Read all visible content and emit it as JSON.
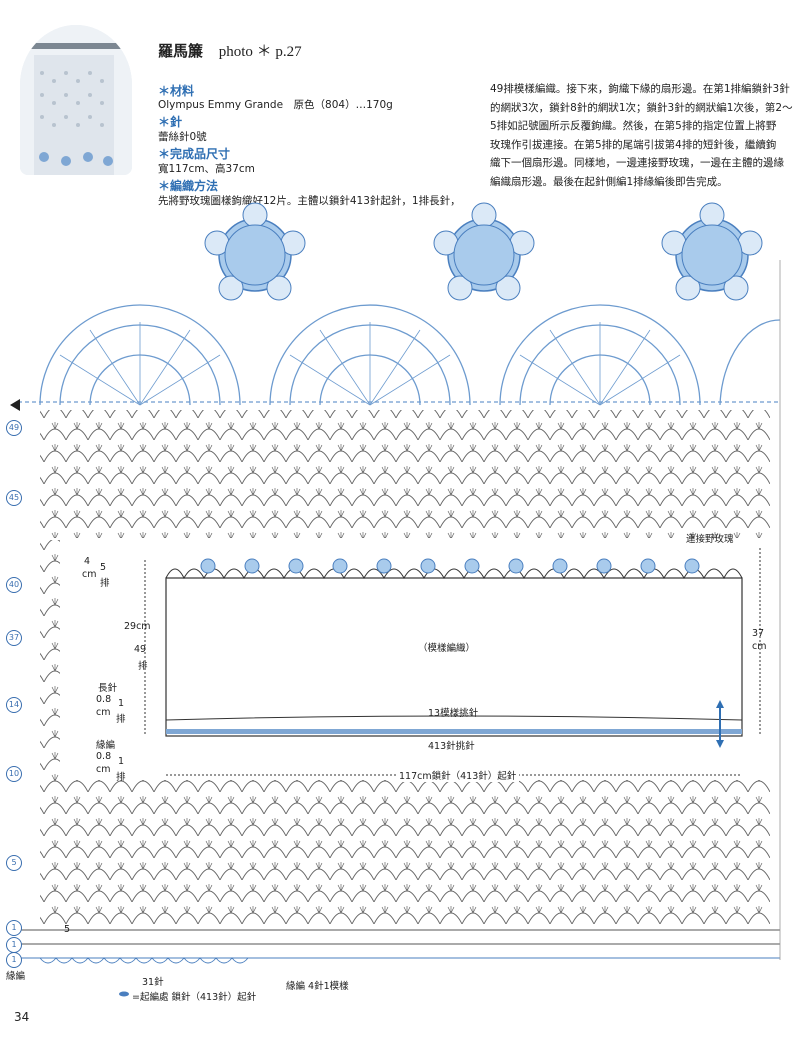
{
  "header": {
    "title_zh": "羅馬簾",
    "photo_ref": "photo ＊ p.27"
  },
  "materials": {
    "heading": "＊材料",
    "text": "Olympus Emmy Grande　原色（804）…170g"
  },
  "needle": {
    "heading": "＊針",
    "text": "蕾絲針0號"
  },
  "size": {
    "heading": "＊完成品尺寸",
    "text": "寬117cm、高37cm"
  },
  "method": {
    "heading": "＊編織方法",
    "text_line1": "先將野玫瑰圖樣鉤織好12片。主體以鎖針413針起針，1排長針，",
    "right_lines": [
      "49排模樣編織。接下來，鉤織下緣的扇形邊。在第1排編鎖針3針",
      "的網狀3次，鎖針8針的網狀1次；鎖針3針的網狀編1次後，第2～",
      "5排如記號圖所示反覆鉤織。然後，在第5排的指定位置上將野",
      "玫瑰作引拔連接。在第5排的尾端引拔第4排的短針後，繼續鉤",
      "織下一個扇形邊。同樣地，一邊連接野玫瑰，一邊在主體的邊緣",
      "編織扇形邊。最後在起針側編1排緣編後即告完成。"
    ]
  },
  "diagram": {
    "connect_rose": "連接野玫瑰",
    "pattern": "（模樣編織）",
    "dim_37": "37",
    "dim_cm": "cm",
    "dim_4": "4",
    "dim_4_rows": "5",
    "dim_4_rows_unit": "排",
    "dim_29": "29cm",
    "dim_29_rows": "49",
    "dim_29_rows_unit": "排",
    "long_stitch": "長針",
    "long_dim": "0.8",
    "long_cm": "cm",
    "long_rows": "1",
    "long_rows_unit": "排",
    "edge": "緣編",
    "edge_dim": "0.8",
    "edge_cm": "cm",
    "edge_rows": "1",
    "edge_rows_unit": "排",
    "pick_13": "13模樣挑針",
    "pick_413": "413針挑針",
    "base_chain": "117cm鎖針（413針）起針"
  },
  "chart": {
    "row_marks": [
      "49",
      "45",
      "40",
      "37",
      "14",
      "10",
      "5",
      "1",
      "1",
      "1"
    ],
    "small_5": "5",
    "edge_label": "緣編",
    "repeat_31": "31針",
    "edge_repeat": "緣編 4針1模樣",
    "legend": "=起編處  鎖針（413針）起針"
  },
  "page_number": "34",
  "colors": {
    "accent": "#2f6fb3",
    "motif": "#a9cbec",
    "line": "#555555"
  }
}
